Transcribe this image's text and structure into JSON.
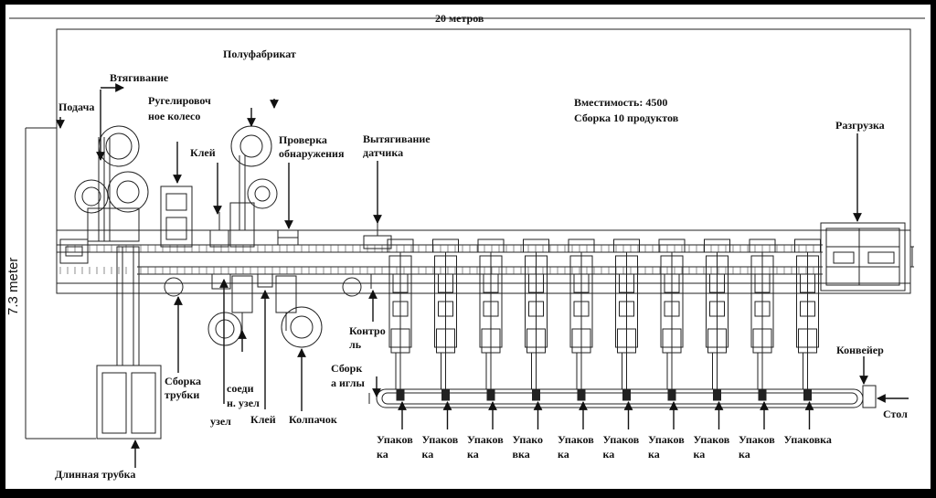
{
  "dimensions": {
    "length": "20 метров",
    "width": "7.3 meter"
  },
  "info": {
    "capacity": "Вместимость: 4500",
    "assembly": "Сборка 10 продуктов"
  },
  "labels": {
    "feed": "Подача",
    "pull_in": "Втягивание",
    "semi_product": "Полуфабрикат",
    "regulator_wheel_1": "Ругелировоч",
    "regulator_wheel_2": "ное колесо",
    "glue_top": "Клей",
    "detection_check_1": "Проверка",
    "detection_check_2": "обнаружения",
    "sensor_pull_1": "Вытягивание",
    "sensor_pull_2": "датчика",
    "unload": "Разгрузка",
    "control_1": "Контро",
    "control_2": "ль",
    "needle_assembly_1": "Сборк",
    "needle_assembly_2": "а иглы",
    "conveyor": "Конвейер",
    "table": "Стол",
    "tube_assembly_1": "Сборка",
    "tube_assembly_2": "трубки",
    "connector_1": "соеди",
    "connector_2": "н. узел",
    "connector_3": "узел",
    "glue_bottom": "Клей",
    "cap": "Колпачок",
    "long_tube": "Длинная трубка"
  },
  "packing": [
    {
      "l1": "Упаков",
      "l2": "ка"
    },
    {
      "l1": "Упаков",
      "l2": "ка"
    },
    {
      "l1": "Упаков",
      "l2": "ка"
    },
    {
      "l1": "Упако",
      "l2": "вка"
    },
    {
      "l1": "Упаков",
      "l2": "ка"
    },
    {
      "l1": "Упаков",
      "l2": "ка"
    },
    {
      "l1": "Упаков",
      "l2": "ка"
    },
    {
      "l1": "Упаков",
      "l2": "ка"
    },
    {
      "l1": "Упаков",
      "l2": "ка"
    },
    {
      "l1": "Упаковка",
      "l2": ""
    }
  ]
}
